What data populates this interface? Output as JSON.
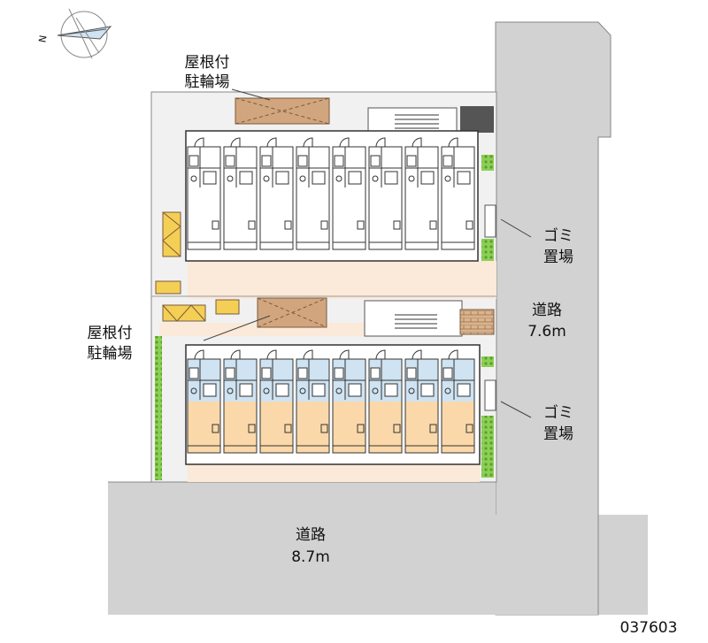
{
  "labels": {
    "bike_roof_top_line1": "屋根付",
    "bike_roof_top_line2": "駐輪場",
    "bike_roof_mid_line1": "屋根付",
    "bike_roof_mid_line2": "駐輪場",
    "trash_top_line1": "ゴミ",
    "trash_top_line2": "置場",
    "trash_bottom_line1": "ゴミ",
    "trash_bottom_line2": "置場",
    "road_right_line1": "道路",
    "road_right_line2": "7.6m",
    "road_bottom_line1": "道路",
    "road_bottom_line2": "8.7m",
    "compass_letter": "N",
    "property_id": "037603"
  },
  "colors": {
    "road": "#d2d2d2",
    "site": "#f1f1f1",
    "driveway": "#fbe9d9",
    "bike_area": "#d1a57e",
    "unit_highlight_blue": "#cfe3f2",
    "unit_highlight_orange": "#fbd8a9",
    "greenery": "#7ac043",
    "parking_yellow": "#f4cf55"
  },
  "icons": {
    "compass": "north-arrow-compass-icon"
  }
}
